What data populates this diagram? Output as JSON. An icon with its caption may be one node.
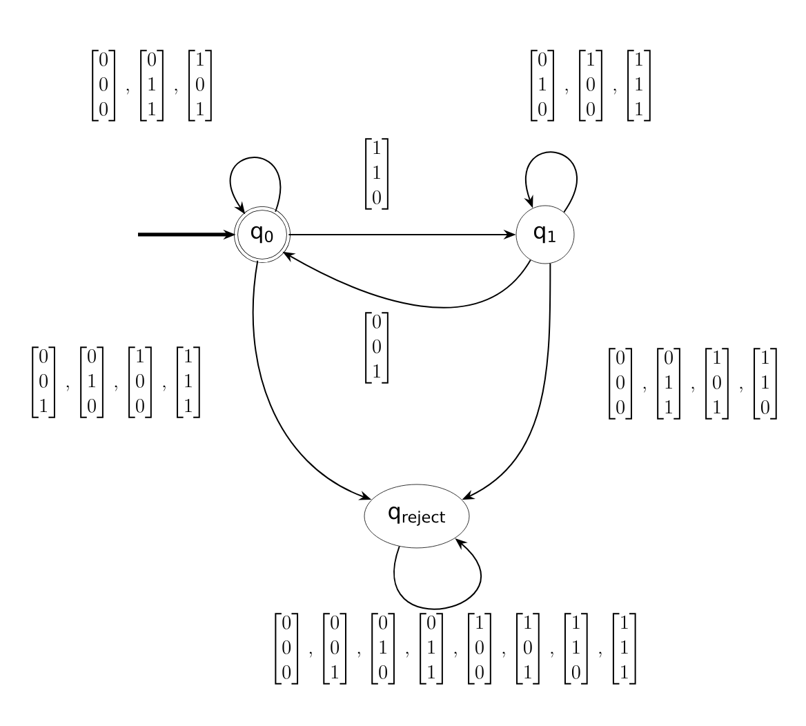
{
  "diagram": {
    "nodes": [
      {
        "text": [
          "q$_{0}$"
        ]
      },
      {
        "text": [
          "q$_{1}$"
        ]
      },
      {
        "text": [
          "q$_{reject}$"
        ]
      }
    ],
    "edges": [
      {
        "from": null,
        "to": 0,
        "arrow": "to",
        "style": "thick"
      },
      {
        "from": 0,
        "to": 0,
        "arrow": "to",
        "label": "\\begin{bmatrix}0\\\\0\\\\0\\end{bmatrix},\\begin{bmatrix}0\\\\1\\\\1\\end{bmatrix},\\begin{bmatrix}1\\\\0\\\\1\\end{bmatrix}"
      },
      {
        "from": 1,
        "to": 1,
        "arrow": "to",
        "label": "\\begin{bmatrix}0\\\\1\\\\0\\end{bmatrix},\\begin{bmatrix}1\\\\0\\\\0\\end{bmatrix},\\begin{bmatrix}1\\\\1\\\\1\\end{bmatrix}"
      },
      {
        "from": 0,
        "to": 1,
        "arrow": "to",
        "label": "\\begin{bmatrix}1\\\\1\\\\0\\end{bmatrix}"
      },
      {
        "from": 1,
        "to": 0,
        "arrow": "to",
        "label": "\\begin{bmatrix}0\\\\0\\\\1\\end{bmatrix}"
      },
      {
        "from": 0,
        "to": 2,
        "arrow": "to",
        "label": "\\begin{bmatrix}0\\\\0\\\\1\\end{bmatrix},\\begin{bmatrix}0\\\\1\\\\0\\end{bmatrix},\\begin{bmatrix}1\\\\0\\\\0\\end{bmatrix},\\begin{bmatrix}1\\\\1\\\\1\\end{bmatrix}"
      },
      {
        "from": 1,
        "to": 2,
        "arrow": "to",
        "label": "\\begin{bmatrix}0\\\\0\\\\0\\end{bmatrix},\\begin{bmatrix}0\\\\1\\\\1\\end{bmatrix},\\begin{bmatrix}1\\\\0\\\\1\\end{bmatrix},\\begin{bmatrix}1\\\\1\\\\0\\end{bmatrix}"
      },
      {
        "from": 2,
        "to": 2,
        "arrow": "to",
        "label": "\\begin{bmatrix}0\\\\0\\\\0\\end{bmatrix},\\begin{bmatrix}0\\\\0\\\\1\\end{bmatrix},\\begin{bmatrix}0\\\\1\\\\0\\end{bmatrix},\\begin{bmatrix}0\\\\1\\\\1\\end{bmatrix},\\begin{bmatrix}1\\\\0\\\\0\\end{bmatrix},\\begin{bmatrix}1\\\\0\\\\1\\end{bmatrix},\\begin{bmatrix}1\\\\1\\\\0\\end{bmatrix},\\begin{bmatrix}1\\\\1\\\\1\\end{bmatrix}"
      }
    ]
  }
}
